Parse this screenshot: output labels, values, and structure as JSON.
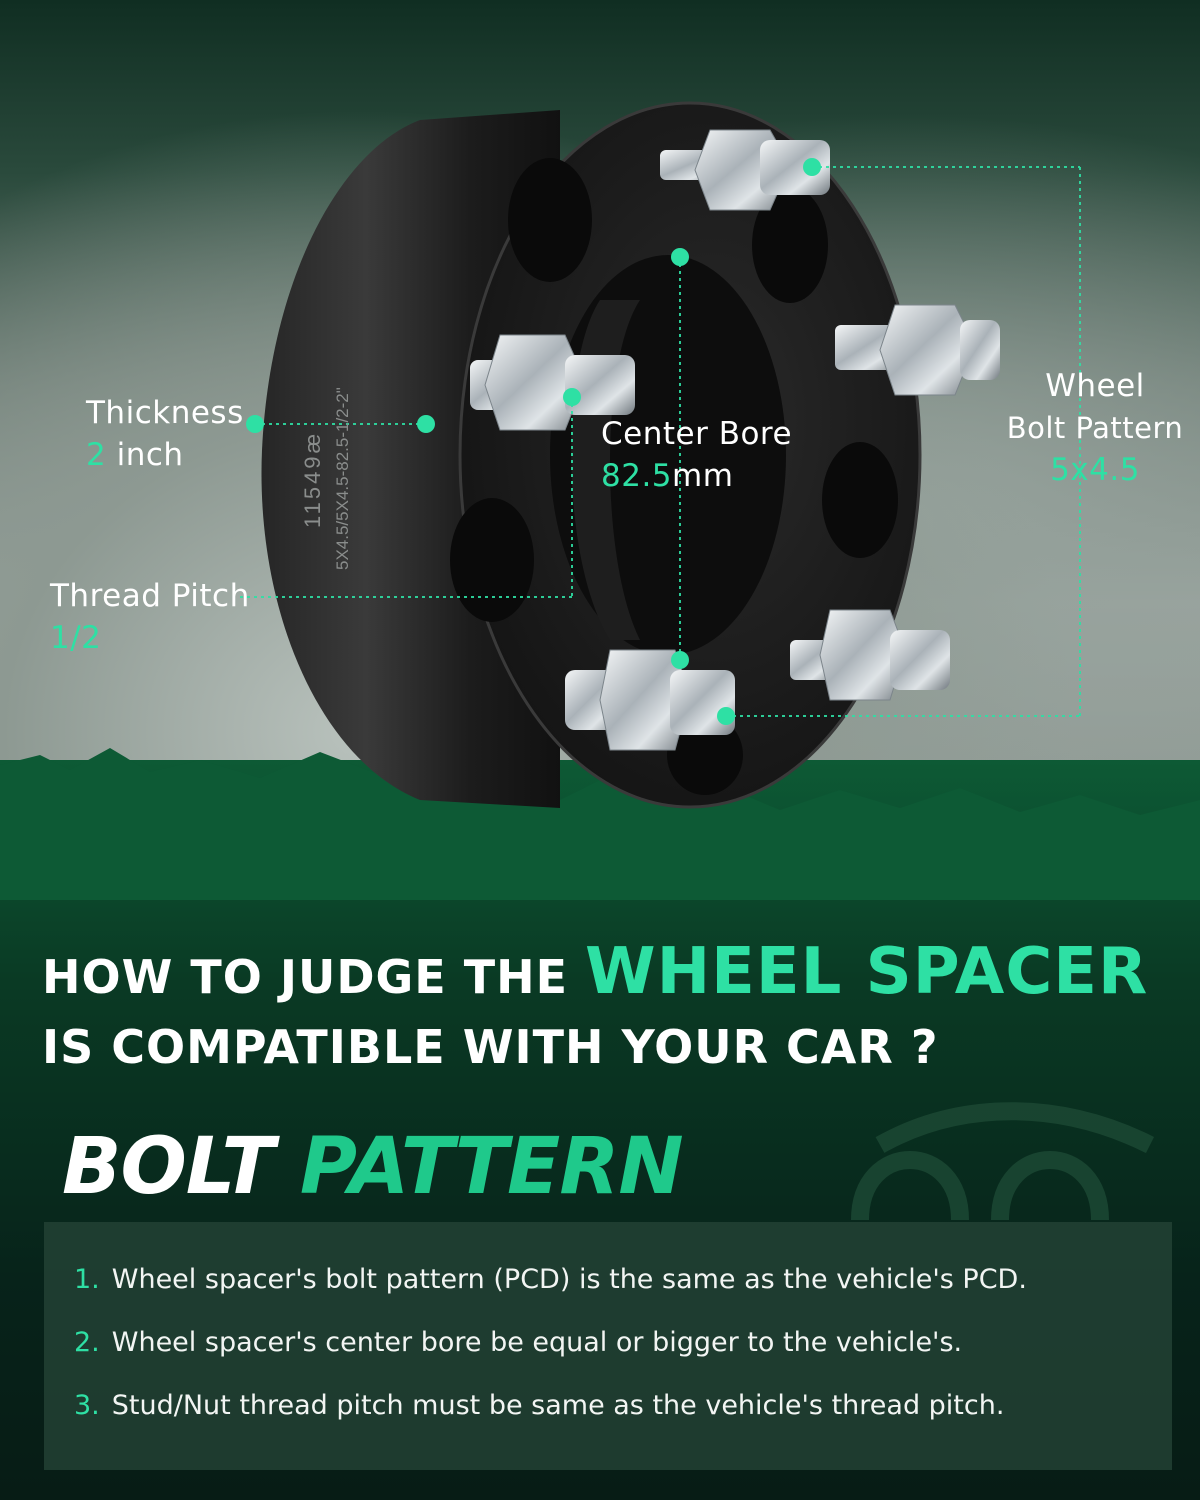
{
  "callouts": {
    "thickness": {
      "label": "Thickness",
      "value_num": "2",
      "value_unit": " inch"
    },
    "thread_pitch": {
      "label": "Thread Pitch",
      "value": "1/2"
    },
    "center_bore": {
      "label": "Center Bore",
      "value_num": "82.5",
      "value_unit": "mm"
    },
    "bolt_pattern": {
      "label_line1": "Wheel",
      "label_line2": "Bolt Pattern",
      "value": "5x4.5"
    }
  },
  "spacer_engraving": {
    "serial": "11549æ",
    "spec": "5X4.5/5X4.5-82.5-1/2-2\""
  },
  "headline": {
    "part1": "HOW TO JUDGE THE ",
    "highlight": "WHEEL SPACER",
    "line2": "IS COMPATIBLE WITH YOUR CAR ?"
  },
  "section_title": {
    "word1": "BOLT ",
    "word2": "PATTERN"
  },
  "steps": [
    {
      "num": "1.",
      "text": "Wheel spacer's bolt pattern (PCD) is the same as the vehicle's PCD."
    },
    {
      "num": "2.",
      "text": "Wheel spacer's center bore be equal or bigger to the vehicle's."
    },
    {
      "num": "3.",
      "text": "Stud/Nut thread pitch must be same as the vehicle's thread pitch."
    }
  ],
  "colors": {
    "accent": "#2ee0a4",
    "title_green": "#1fc98b",
    "panel": "#284639"
  }
}
